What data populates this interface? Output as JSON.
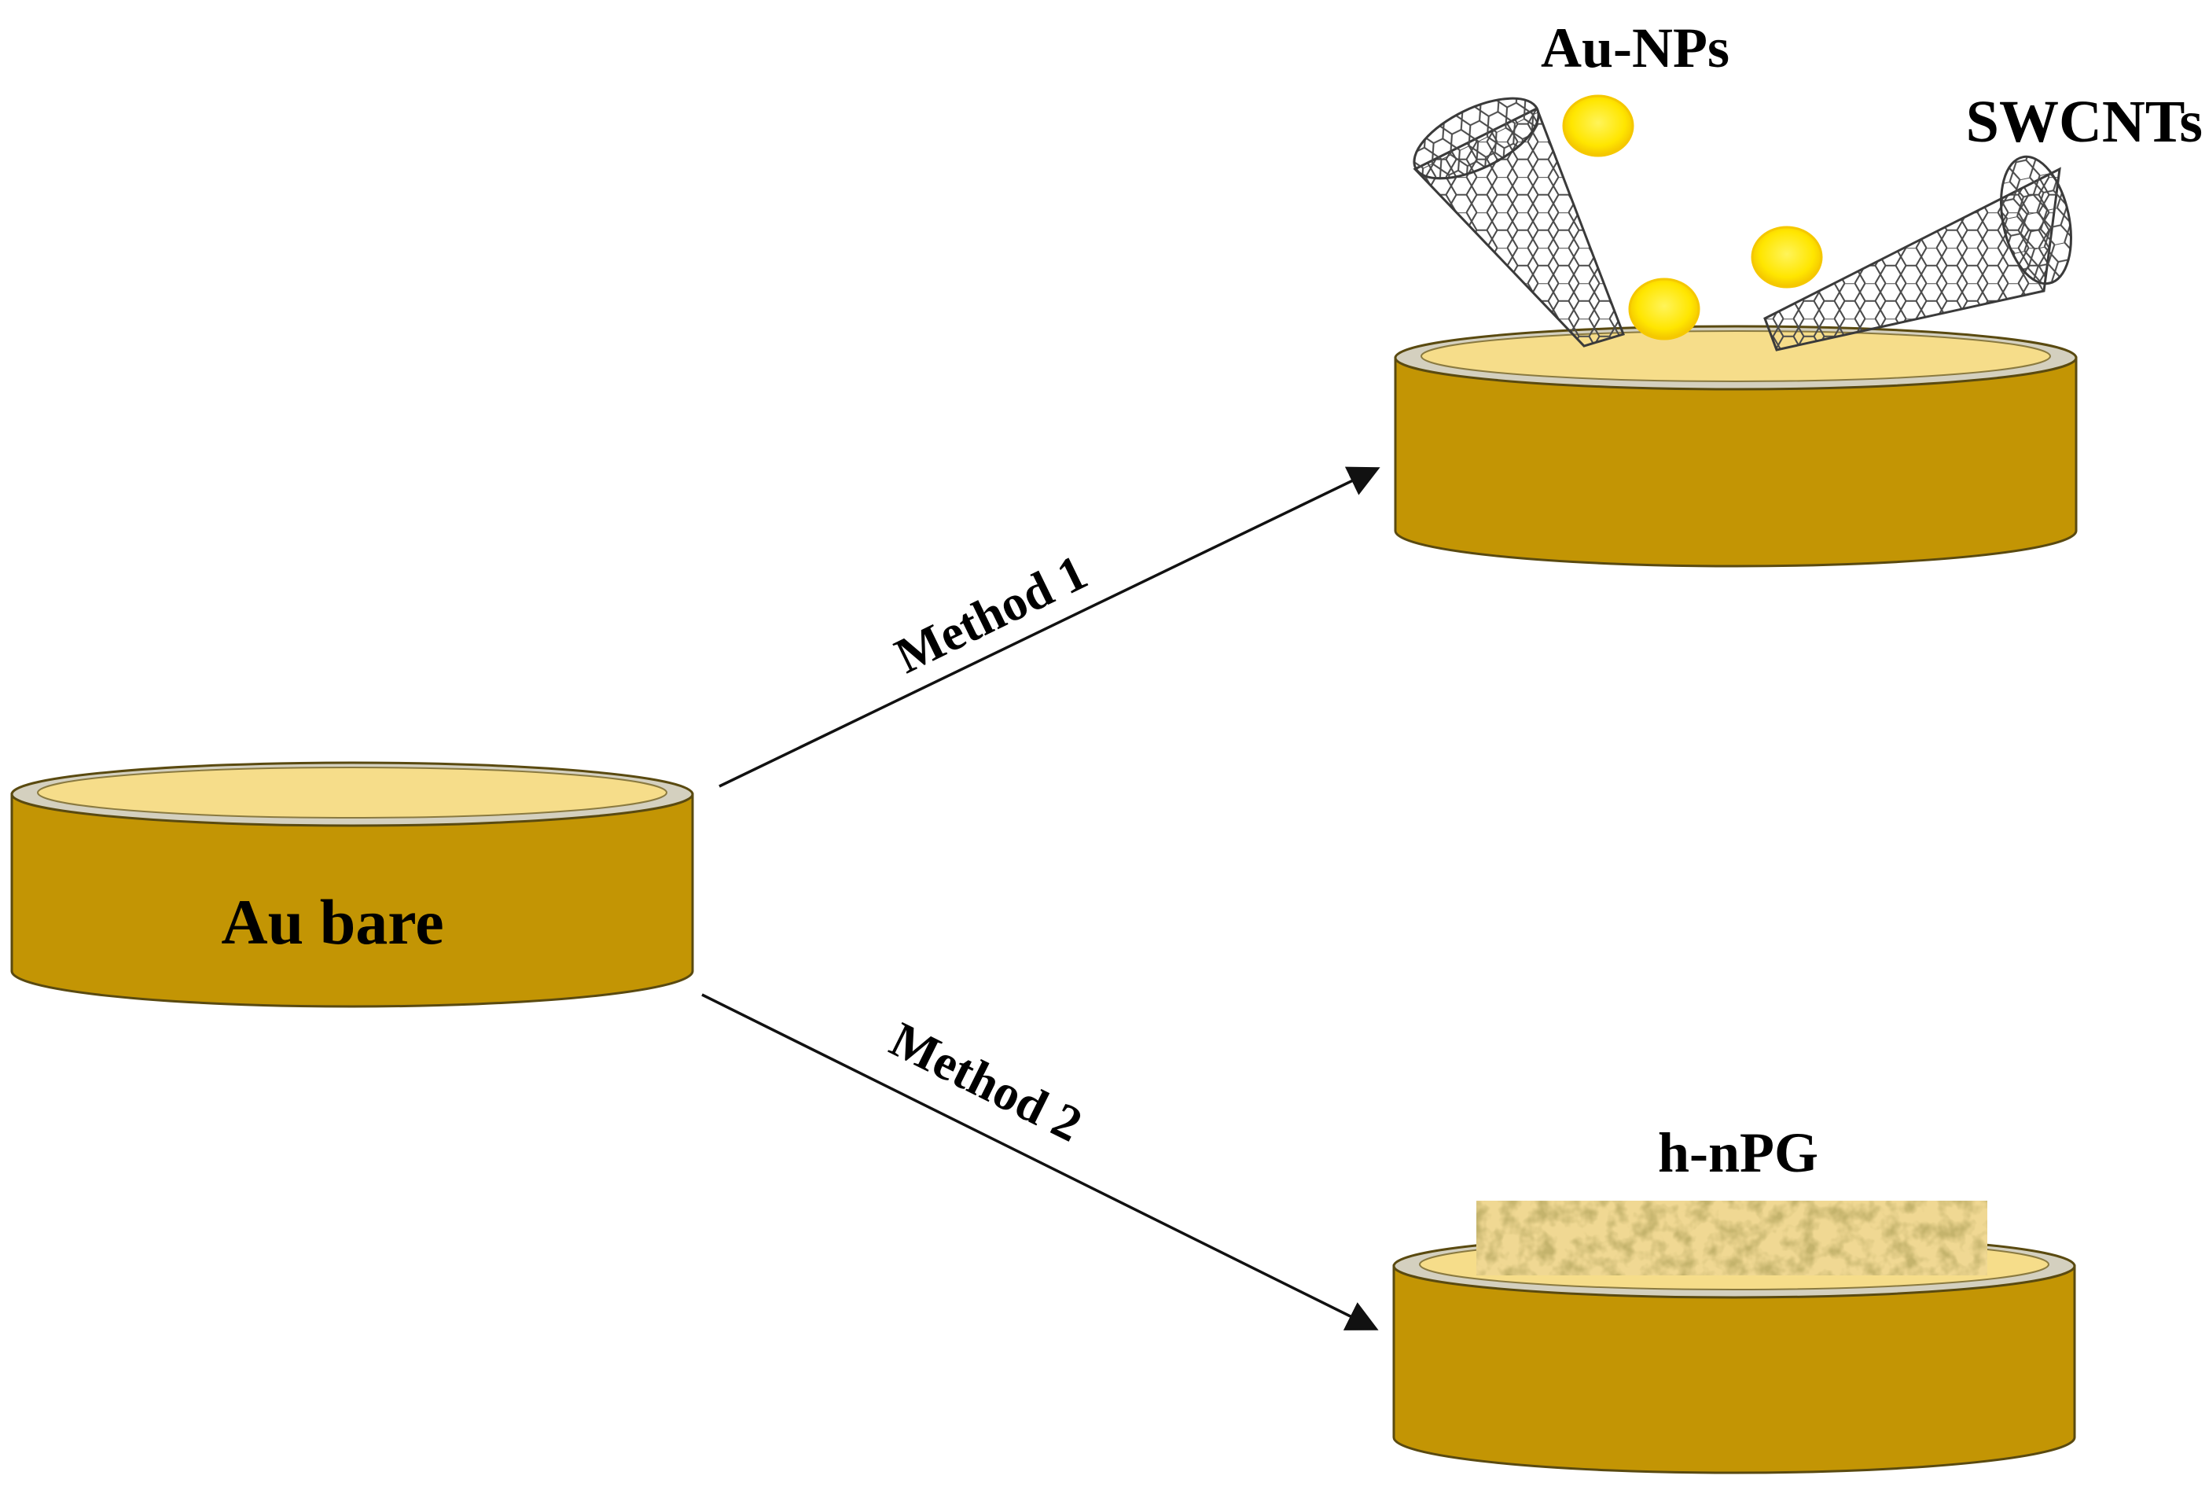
{
  "labels": {
    "au_bare": "Au bare",
    "method_1": "Method 1",
    "method_2": "Method 2",
    "au_nps": "Au-NPs",
    "swcnts": "SWCNTs",
    "h_npg": "h-nPG"
  },
  "colors": {
    "gold_body": "#c39504",
    "gold_top": "#f6dd8a",
    "rim": "#d4d0bf",
    "outline": "#5a4a10",
    "nanoparticle": "#ffe600",
    "nanoparticle_edge": "#f5c800",
    "nanotube": "#4a4a4a",
    "porous_gold": "#f0d893",
    "arrow": "#111111"
  }
}
